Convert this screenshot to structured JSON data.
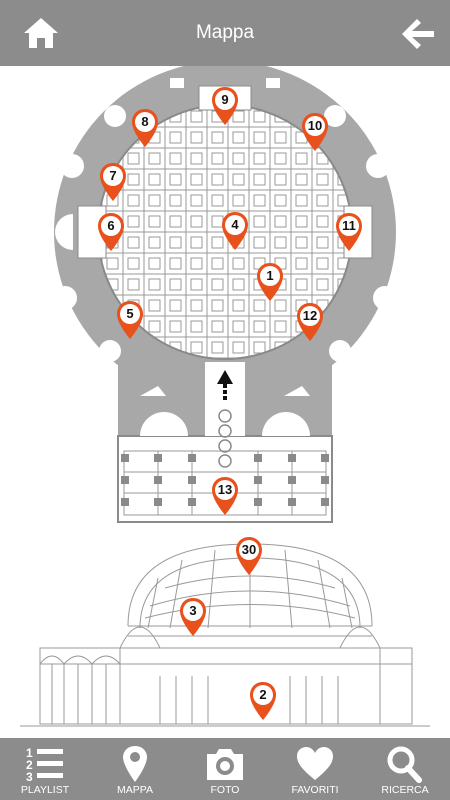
{
  "header": {
    "title": "Mappa",
    "home_icon": "home-icon",
    "back_icon": "arrow-left-icon"
  },
  "colors": {
    "bar": "#8c8c8c",
    "pin": "#e8501c",
    "plan_gray": "#a8a8a8"
  },
  "map": {
    "pins": [
      {
        "label": "9"
      },
      {
        "label": "8"
      },
      {
        "label": "10"
      },
      {
        "label": "7"
      },
      {
        "label": "6"
      },
      {
        "label": "4"
      },
      {
        "label": "11"
      },
      {
        "label": "1"
      },
      {
        "label": "5"
      },
      {
        "label": "12"
      },
      {
        "label": "13"
      },
      {
        "label": "30"
      },
      {
        "label": "3"
      },
      {
        "label": "2"
      }
    ]
  },
  "tabbar": {
    "tabs": [
      {
        "label": "PLAYLIST",
        "icon": "playlist-icon"
      },
      {
        "label": "MAPPA",
        "icon": "map-pin-icon"
      },
      {
        "label": "FOTO",
        "icon": "camera-icon"
      },
      {
        "label": "FAVORITI",
        "icon": "heart-icon"
      },
      {
        "label": "RICERCA",
        "icon": "search-icon"
      }
    ]
  }
}
